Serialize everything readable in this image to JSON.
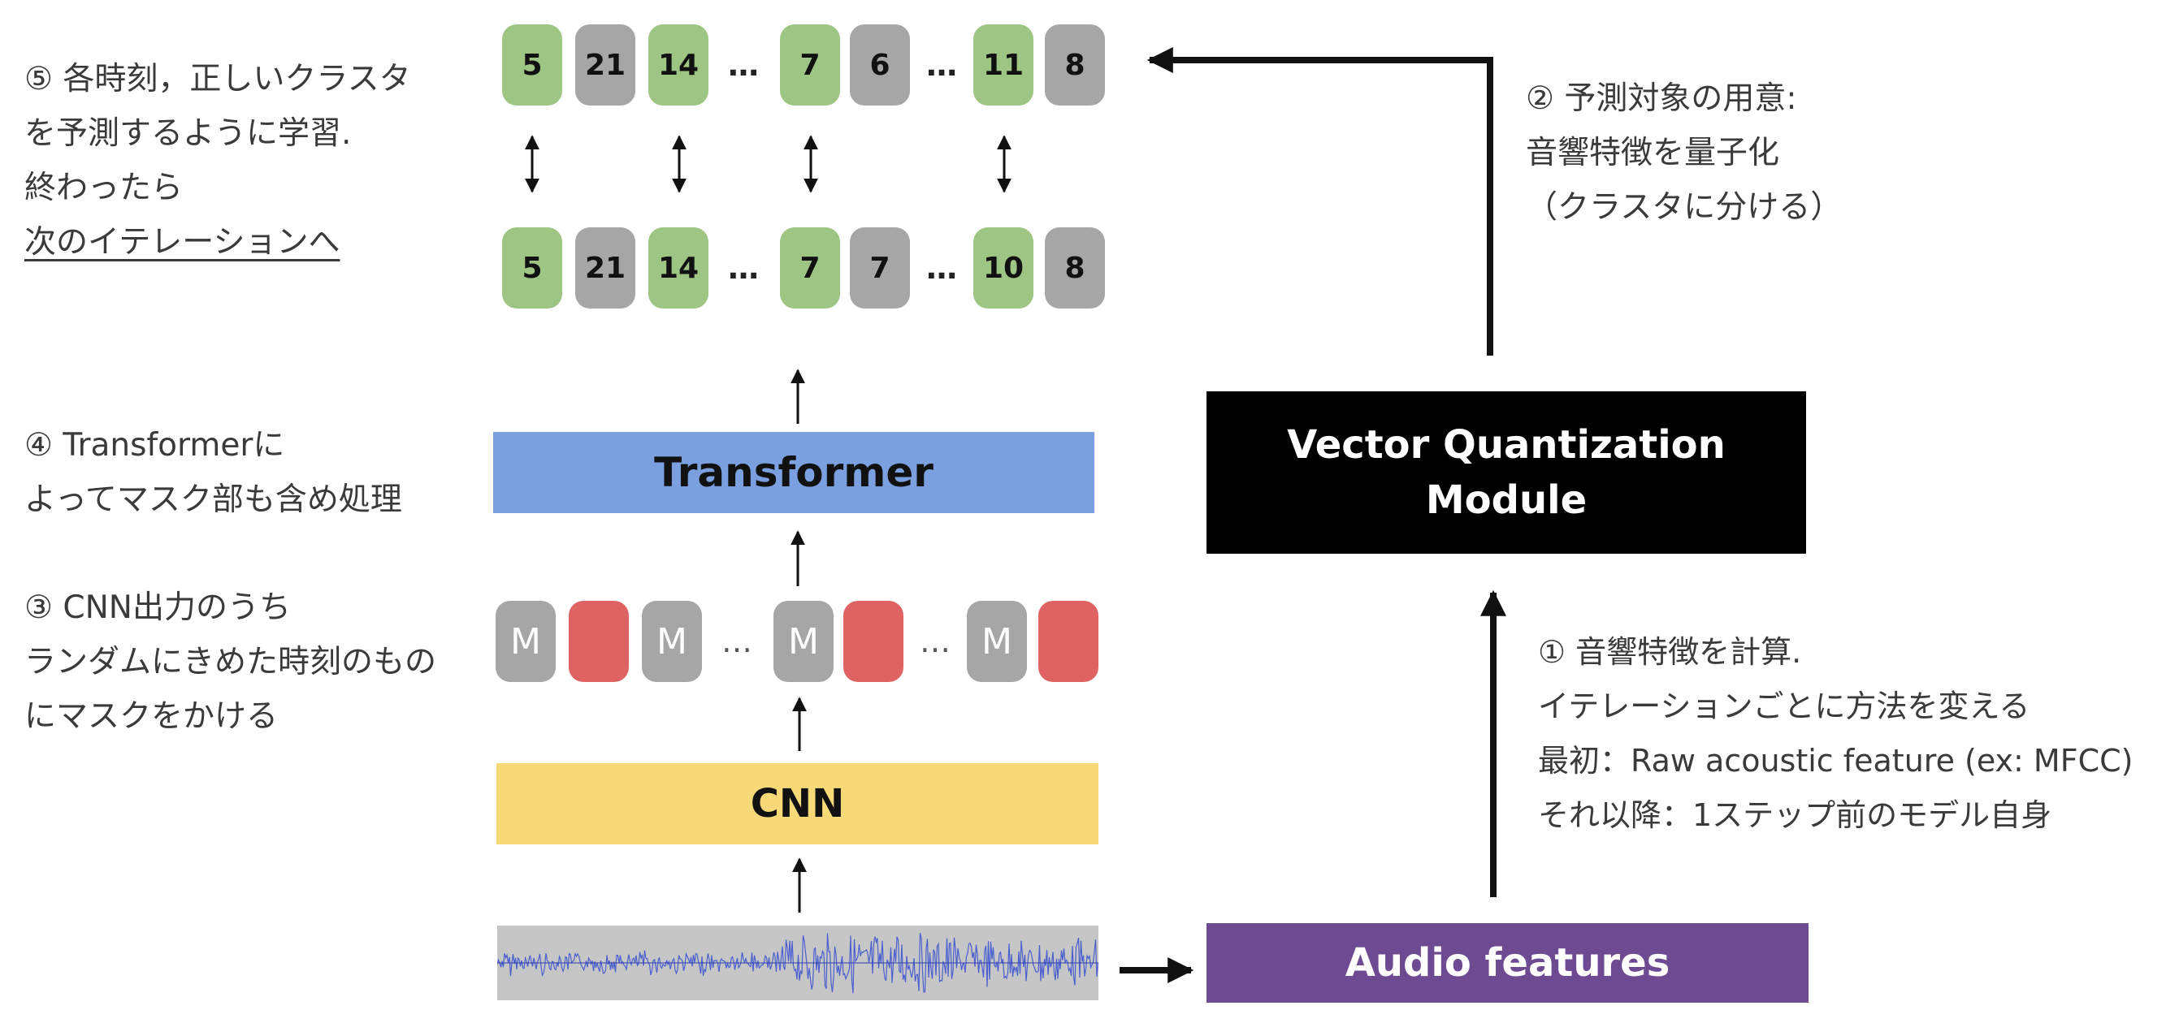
{
  "notes": {
    "step5": [
      "⑤ 各時刻，正しいクラスタ",
      "を予測するように学習.",
      "終わったら",
      "次のイテレーションへ"
    ],
    "step4": [
      "④ Transformerに",
      "よってマスク部も含め処理"
    ],
    "step3": [
      "③ CNN出力のうち",
      "ランダムにきめた時刻のもの",
      "にマスクをかける"
    ],
    "step2": [
      "② 予測対象の用意:",
      "音響特徴を量子化",
      "（クラスタに分ける）"
    ],
    "step1": [
      "① 音響特徴を計算.",
      "イテレーションごとに方法を変える",
      "最初：Raw acoustic feature (ex: MFCC)",
      "それ以降：1ステップ前のモデル自身"
    ]
  },
  "target_tokens": [
    "5",
    "21",
    "14",
    "…",
    "7",
    "6",
    "…",
    "11",
    "8"
  ],
  "predicted_tokens": [
    "5",
    "21",
    "14",
    "…",
    "7",
    "7",
    "…",
    "10",
    "8"
  ],
  "masked_tokens": [
    "M",
    "",
    "M",
    "…",
    "M",
    "",
    "…",
    "M",
    ""
  ],
  "blocks": {
    "transformer": "Transformer",
    "cnn": "CNN",
    "vq_line1": "Vector Quantization",
    "vq_line2": "Module",
    "audio_features": "Audio features"
  },
  "colors": {
    "green_token": "#9ec584",
    "gray_token": "#a6a6a6",
    "mask_red": "#e06363",
    "transformer": "#7aa0e0",
    "cnn": "#f7d977",
    "vq": "#000000",
    "audio_features": "#6e4a92",
    "waveform": "#4a5fd0"
  }
}
